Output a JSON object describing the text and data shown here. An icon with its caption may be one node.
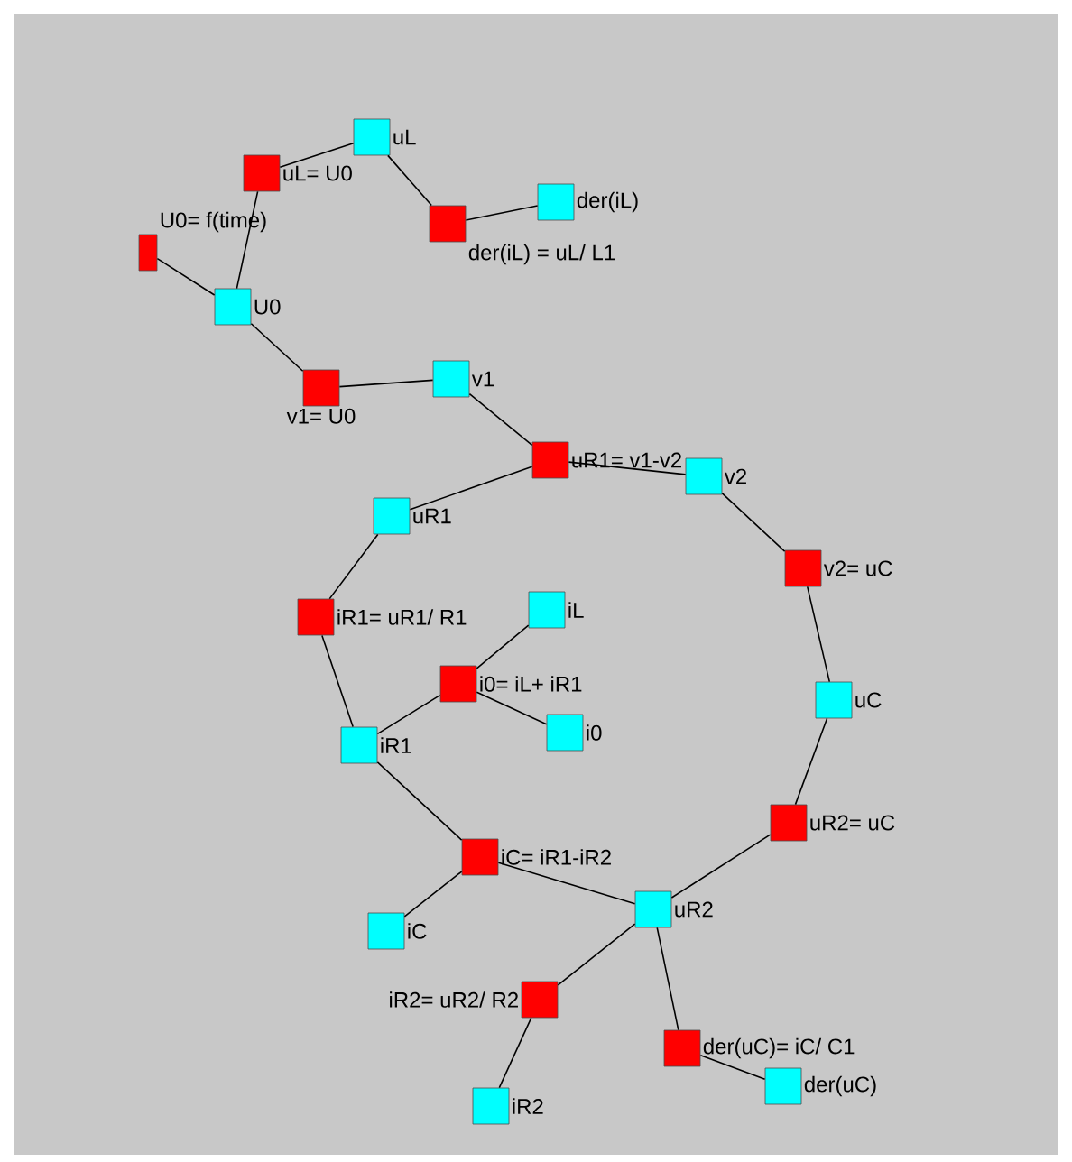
{
  "diagram": {
    "nodes": [
      {
        "text": [
          "uL"
        ]
      },
      {
        "text": [
          "uL= U0"
        ]
      },
      {
        "text": [
          "der(iL) = uL/ L1"
        ]
      },
      {
        "text": [
          "der(iL)"
        ]
      },
      {
        "text": [
          "U0= f(time)"
        ]
      },
      {
        "text": [
          "U0"
        ]
      },
      {
        "text": [
          "v1= U0"
        ]
      },
      {
        "text": [
          "v1"
        ]
      },
      {
        "text": [
          "uR1= v1-v2"
        ]
      },
      {
        "text": [
          "v2"
        ]
      },
      {
        "text": [
          "uR1"
        ]
      },
      {
        "text": [
          "v2= uC"
        ]
      },
      {
        "text": [
          "iR1= uR1/ R1"
        ]
      },
      {
        "text": [
          "iL"
        ]
      },
      {
        "text": [
          "i0= iL+ iR1"
        ]
      },
      {
        "text": [
          "uC"
        ]
      },
      {
        "text": [
          "i0"
        ]
      },
      {
        "text": [
          "iR1"
        ]
      },
      {
        "text": [
          "uR2= uC"
        ]
      },
      {
        "text": [
          "iC= iR1-iR2"
        ]
      },
      {
        "text": [
          "uR2"
        ]
      },
      {
        "text": [
          "iC"
        ]
      },
      {
        "text": [
          "iR2= uR2/ R2"
        ]
      },
      {
        "text": [
          "der(uC)= iC/ C1"
        ]
      },
      {
        "text": [
          "der(uC)"
        ]
      },
      {
        "text": [
          "iR2"
        ]
      }
    ],
    "edges": [
      {
        "from": 1,
        "to": 0,
        "arrow": "none"
      },
      {
        "from": 0,
        "to": 2,
        "arrow": "none"
      },
      {
        "from": 2,
        "to": 3,
        "arrow": "none"
      },
      {
        "from": 1,
        "to": 5,
        "arrow": "none"
      },
      {
        "from": 4,
        "to": 5,
        "arrow": "none"
      },
      {
        "from": 5,
        "to": 6,
        "arrow": "none"
      },
      {
        "from": 6,
        "to": 7,
        "arrow": "none"
      },
      {
        "from": 7,
        "to": 8,
        "arrow": "none"
      },
      {
        "from": 8,
        "to": 10,
        "arrow": "none"
      },
      {
        "from": 8,
        "to": 9,
        "arrow": "none"
      },
      {
        "from": 9,
        "to": 11,
        "arrow": "none"
      },
      {
        "from": 11,
        "to": 15,
        "arrow": "none"
      },
      {
        "from": 10,
        "to": 12,
        "arrow": "none"
      },
      {
        "from": 12,
        "to": 17,
        "arrow": "none"
      },
      {
        "from": 13,
        "to": 14,
        "arrow": "none"
      },
      {
        "from": 14,
        "to": 16,
        "arrow": "none"
      },
      {
        "from": 14,
        "to": 17,
        "arrow": "none"
      },
      {
        "from": 17,
        "to": 19,
        "arrow": "none"
      },
      {
        "from": 19,
        "to": 21,
        "arrow": "none"
      },
      {
        "from": 19,
        "to": 20,
        "arrow": "none"
      },
      {
        "from": 20,
        "to": 18,
        "arrow": "none"
      },
      {
        "from": 18,
        "to": 15,
        "arrow": "none"
      },
      {
        "from": 20,
        "to": 22,
        "arrow": "none"
      },
      {
        "from": 22,
        "to": 25,
        "arrow": "none"
      },
      {
        "from": 20,
        "to": 23,
        "arrow": "none"
      },
      {
        "from": 23,
        "to": 24,
        "arrow": "none"
      }
    ]
  }
}
